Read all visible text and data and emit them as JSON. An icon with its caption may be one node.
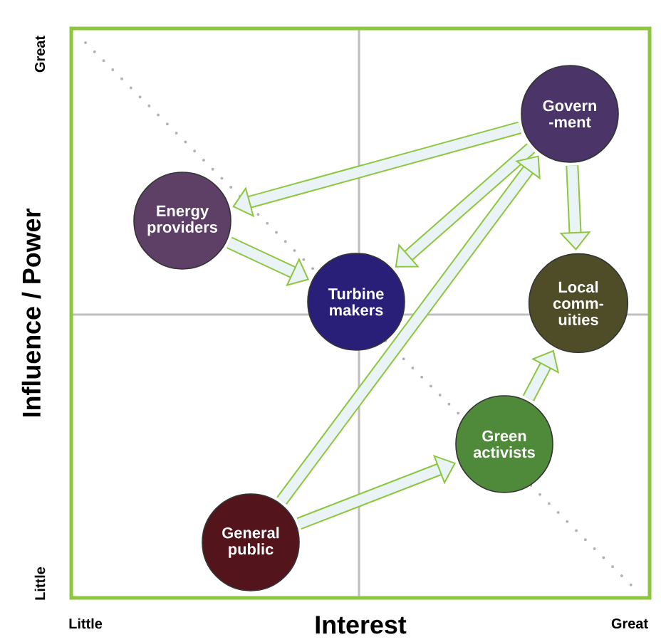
{
  "diagram": {
    "nodes": [
      {
        "text": [
          "Govern -ment"
        ]
      },
      {
        "text": [
          "Energy providers"
        ]
      },
      {
        "text": [
          "Turbine makers"
        ]
      },
      {
        "text": [
          "Local comm- uities"
        ]
      },
      {
        "text": [
          "Green activists"
        ]
      },
      {
        "text": [
          "General public"
        ]
      }
    ],
    "edges": [
      {
        "from": 0,
        "to": 1,
        "arrow": "to"
      },
      {
        "from": 0,
        "to": 2,
        "arrow": "to"
      },
      {
        "from": 5,
        "to": 0,
        "arrow": "to"
      },
      {
        "from": 0,
        "to": 3,
        "arrow": "to"
      },
      {
        "from": 1,
        "to": 2,
        "arrow": "to"
      },
      {
        "from": 5,
        "to": 4,
        "arrow": "to"
      },
      {
        "from": 4,
        "to": 3,
        "arrow": "to"
      }
    ],
    "labels": [
      "Great",
      "Influence / Power",
      "Little",
      "Little",
      "Interest",
      "Great"
    ]
  }
}
